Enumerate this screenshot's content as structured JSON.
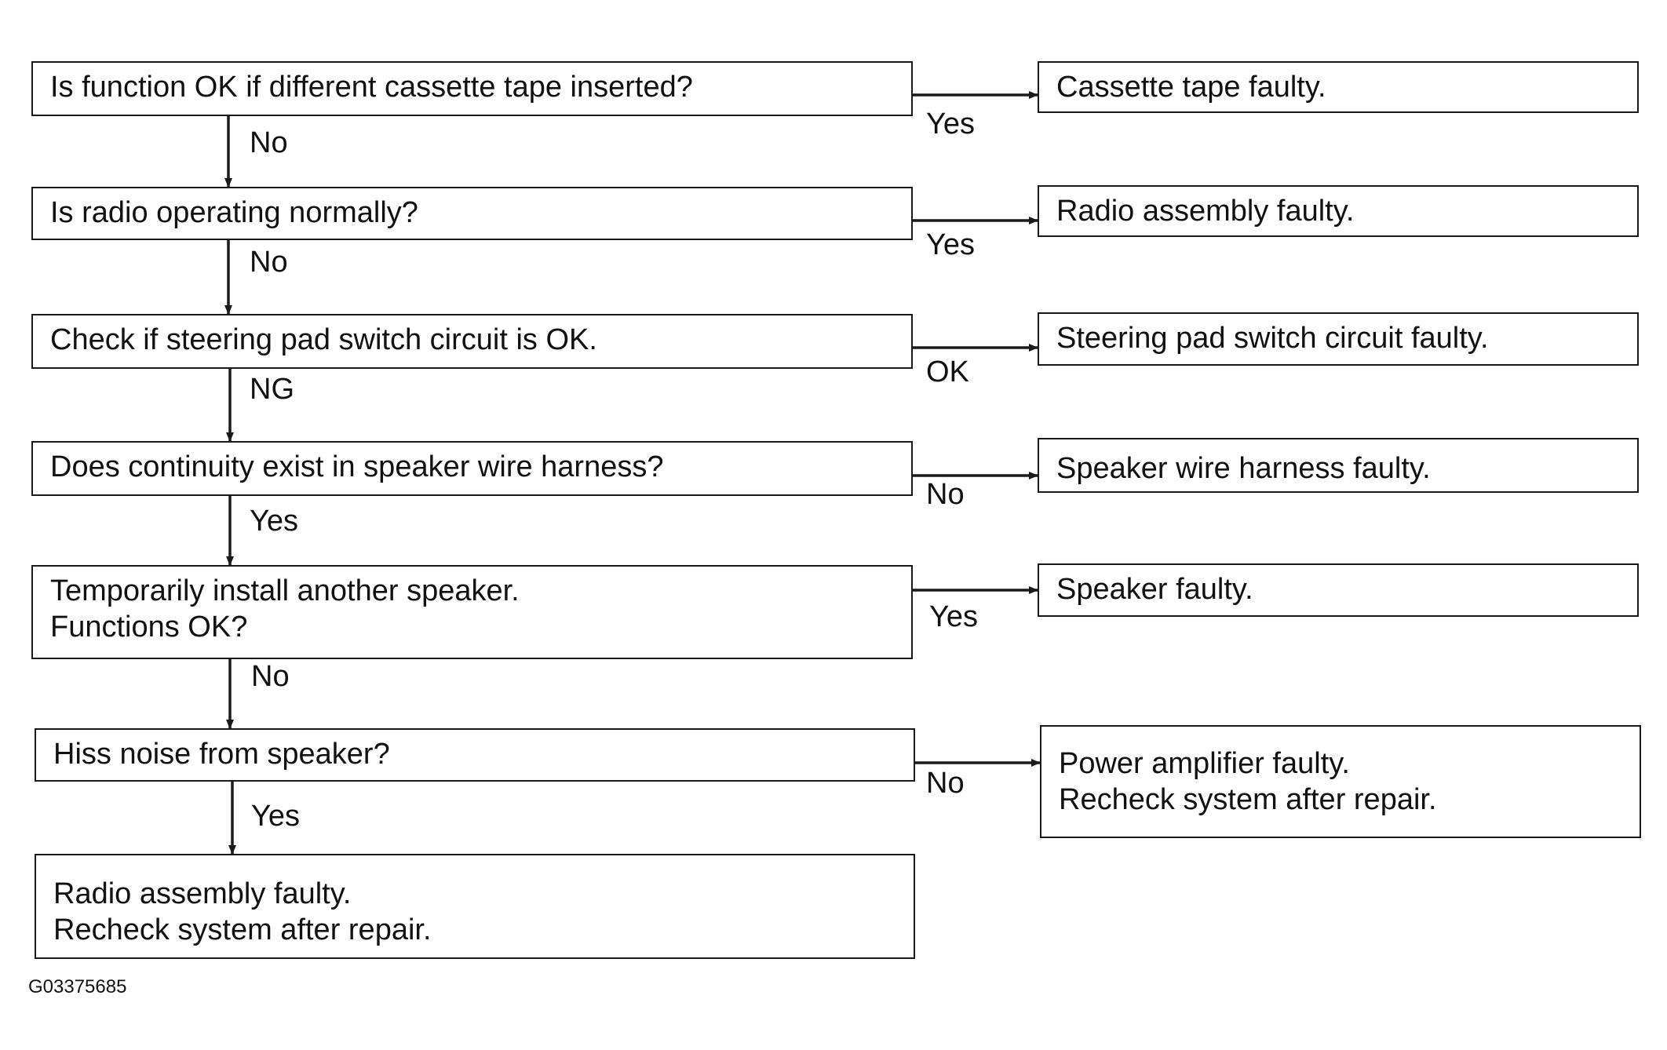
{
  "diagram": {
    "questions": [
      {
        "lines": [
          "Is function OK if different cassette tape inserted?"
        ]
      },
      {
        "lines": [
          "Is radio operating normally?"
        ]
      },
      {
        "lines": [
          "Check if steering pad switch circuit is OK."
        ]
      },
      {
        "lines": [
          "Does continuity exist in speaker wire harness?"
        ]
      },
      {
        "lines": [
          "Temporarily install another speaker.",
          "Functions OK?"
        ]
      },
      {
        "lines": [
          "Hiss noise from speaker?"
        ]
      }
    ],
    "final": {
      "lines": [
        "Radio assembly faulty.",
        "Recheck system after repair."
      ]
    },
    "results": [
      {
        "lines": [
          "Cassette tape faulty."
        ]
      },
      {
        "lines": [
          "Radio assembly faulty."
        ]
      },
      {
        "lines": [
          "Steering pad switch circuit faulty."
        ]
      },
      {
        "lines": [
          "Speaker wire harness faulty."
        ]
      },
      {
        "lines": [
          "Speaker faulty."
        ]
      },
      {
        "lines": [
          "Power amplifier faulty.",
          "Recheck system after repair."
        ]
      }
    ],
    "down_labels": [
      "No",
      "No",
      "NG",
      "Yes",
      "No",
      "Yes"
    ],
    "right_labels": [
      "Yes",
      "Yes",
      "OK",
      "No",
      "Yes",
      "No"
    ]
  },
  "figure_id": "G03375685"
}
